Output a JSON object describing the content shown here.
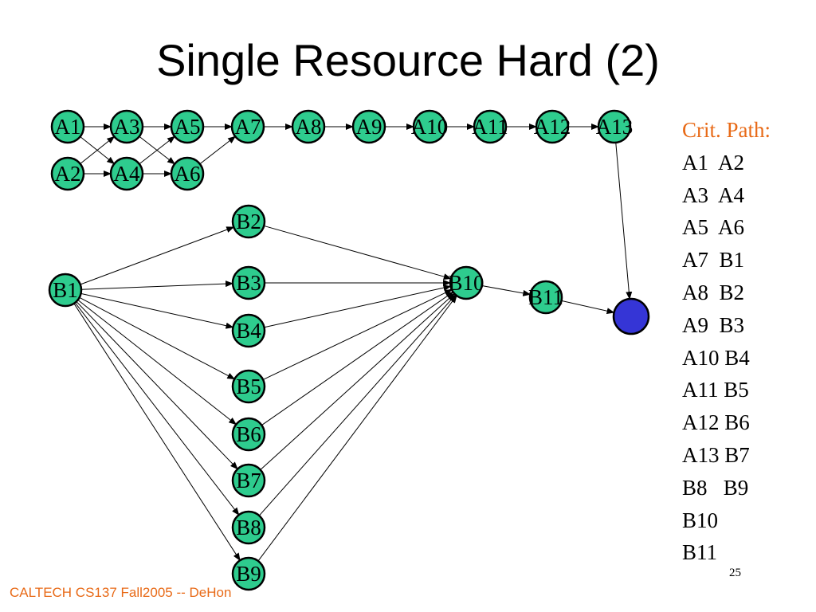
{
  "title": "Single Resource Hard (2)",
  "critical_path": {
    "title": "Crit. Path:",
    "rows": [
      "A1  A2",
      "A3  A4",
      "A5  A6",
      "A7  B1",
      "A8  B2",
      "A9  B3",
      "A10 B4",
      "A11 B5",
      "A12 B6",
      "A13 B7",
      "B8   B9",
      "B10",
      "B11"
    ]
  },
  "footer": "CALTECH CS137 Fall2005 -- DeHon",
  "page_number": "25",
  "colors": {
    "node_fill": "#2ecc8e",
    "sink_fill": "#3535d6",
    "accent": "#e86a17"
  },
  "graph": {
    "nodes": [
      "A1",
      "A2",
      "A3",
      "A4",
      "A5",
      "A6",
      "A7",
      "A8",
      "A9",
      "A10",
      "A11",
      "A12",
      "A13",
      "B1",
      "B2",
      "B3",
      "B4",
      "B5",
      "B6",
      "B7",
      "B8",
      "B9",
      "B10",
      "B11",
      "SINK"
    ],
    "edges": [
      [
        "A1",
        "A3"
      ],
      [
        "A1",
        "A4"
      ],
      [
        "A2",
        "A3"
      ],
      [
        "A2",
        "A4"
      ],
      [
        "A3",
        "A5"
      ],
      [
        "A3",
        "A6"
      ],
      [
        "A4",
        "A5"
      ],
      [
        "A4",
        "A6"
      ],
      [
        "A5",
        "A7"
      ],
      [
        "A6",
        "A7"
      ],
      [
        "A7",
        "A8"
      ],
      [
        "A8",
        "A9"
      ],
      [
        "A9",
        "A10"
      ],
      [
        "A10",
        "A11"
      ],
      [
        "A11",
        "A12"
      ],
      [
        "A12",
        "A13"
      ],
      [
        "A13",
        "SINK"
      ],
      [
        "B1",
        "B2"
      ],
      [
        "B1",
        "B3"
      ],
      [
        "B1",
        "B4"
      ],
      [
        "B1",
        "B5"
      ],
      [
        "B1",
        "B6"
      ],
      [
        "B1",
        "B7"
      ],
      [
        "B1",
        "B8"
      ],
      [
        "B1",
        "B9"
      ],
      [
        "B2",
        "B10"
      ],
      [
        "B3",
        "B10"
      ],
      [
        "B4",
        "B10"
      ],
      [
        "B5",
        "B10"
      ],
      [
        "B6",
        "B10"
      ],
      [
        "B7",
        "B10"
      ],
      [
        "B8",
        "B10"
      ],
      [
        "B9",
        "B10"
      ],
      [
        "B10",
        "B11"
      ],
      [
        "B11",
        "SINK"
      ]
    ]
  }
}
